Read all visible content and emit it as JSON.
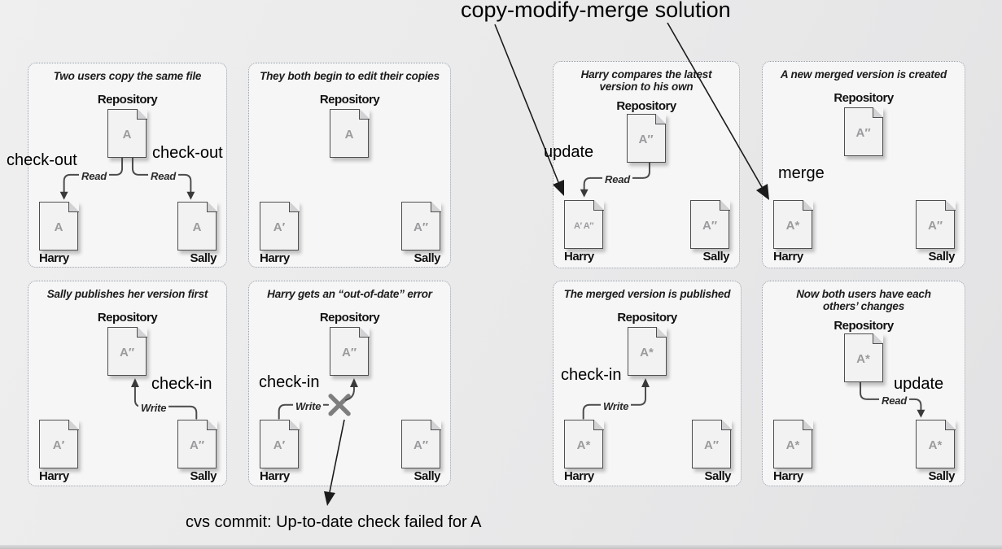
{
  "title": "copy-modify-merge solution",
  "error_message": "cvs commit: Up-to-date check failed for A",
  "annotations": {
    "checkout_left": "check-out",
    "checkout_right": "check-out",
    "update_harry": "update",
    "merge": "merge",
    "checkin_sally": "check-in",
    "checkin_fail": "check-in",
    "checkin_merge": "check-in",
    "update_sally": "update"
  },
  "panels": [
    {
      "caption": "Two users copy the same file",
      "repository": "Repository",
      "repo_doc": "A",
      "harry_doc": "A",
      "sally_doc": "A",
      "harry": "Harry",
      "sally": "Sally",
      "read_left": "Read",
      "read_right": "Read"
    },
    {
      "caption": "They both begin to edit their copies",
      "repository": "Repository",
      "repo_doc": "A",
      "harry_doc": "A′",
      "sally_doc": "A″",
      "harry": "Harry",
      "sally": "Sally"
    },
    {
      "caption": "Sally publishes her version first",
      "repository": "Repository",
      "repo_doc": "A″",
      "harry_doc": "A′",
      "sally_doc": "A″",
      "harry": "Harry",
      "sally": "Sally",
      "write": "Write"
    },
    {
      "caption": "Harry gets an “out-of-date” error",
      "repository": "Repository",
      "repo_doc": "A″",
      "harry_doc": "A′",
      "sally_doc": "A″",
      "harry": "Harry",
      "sally": "Sally",
      "write": "Write"
    },
    {
      "caption": "Harry compares the latest version to his own",
      "repository": "Repository",
      "repo_doc": "A″",
      "harry_doc": "A′ A″",
      "sally_doc": "A″",
      "harry": "Harry",
      "sally": "Sally",
      "read": "Read"
    },
    {
      "caption": "A new merged version is created",
      "repository": "Repository",
      "repo_doc": "A″",
      "harry_doc": "A*",
      "sally_doc": "A″",
      "harry": "Harry",
      "sally": "Sally"
    },
    {
      "caption": "The merged version is published",
      "repository": "Repository",
      "repo_doc": "A*",
      "harry_doc": "A*",
      "sally_doc": "A″",
      "harry": "Harry",
      "sally": "Sally",
      "write": "Write"
    },
    {
      "caption": "Now both users have each others’ changes",
      "repository": "Repository",
      "repo_doc": "A*",
      "harry_doc": "A*",
      "sally_doc": "A*",
      "harry": "Harry",
      "sally": "Sally",
      "read": "Read"
    }
  ],
  "colors": {
    "background": "#e9e9ea",
    "panel_background": "#f6f6f7",
    "panel_border": "#949ba3",
    "diagram_ink": "#4c4c4c",
    "annotation_text": "#000000",
    "document_fill": "#f2f2f3",
    "document_letter": "#9b9b9d"
  }
}
